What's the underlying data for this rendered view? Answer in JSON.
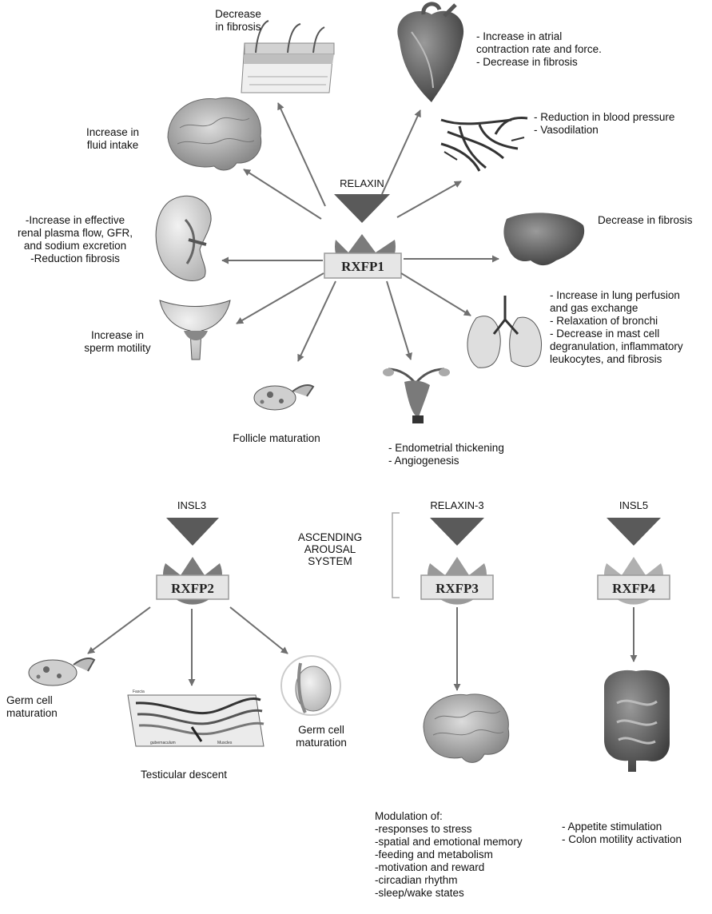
{
  "rxfp1": {
    "ligand": "RELAXIN",
    "receptor": "RXFP1",
    "effects": {
      "skin": "Decrease\nin fibrosis",
      "heart": "- Increase in atrial\ncontraction rate and force.\n- Decrease in fibrosis",
      "vessels": "- Reduction in blood pressure\n- Vasodilation",
      "brain": "Increase in\nfluid intake",
      "liver": "Decrease in fibrosis",
      "kidney": "-Increase in effective\nrenal plasma flow, GFR,\nand sodium excretion\n-Reduction fibrosis",
      "lung": "- Increase in lung perfusion\nand gas exchange\n- Relaxation of bronchi\n- Decrease in mast cell\ndegranulation, inflammatory\nleukocytes, and fibrosis",
      "prostate": "Increase in\nsperm motility",
      "ovary": "Follicle maturation",
      "uterus": "- Endometrial thickening\n- Angiogenesis"
    }
  },
  "rxfp2": {
    "ligand": "INSL3",
    "receptor": "RXFP2",
    "effects": {
      "ovary": "Germ cell\nmaturation",
      "testis_descent": "Testicular descent",
      "testis": "Germ cell\nmaturation"
    }
  },
  "rxfp3": {
    "ligand": "RELAXIN-3",
    "receptor": "RXFP3",
    "system": "ASCENDING\nAROUSAL\nSYSTEM",
    "effects": "Modulation of:\n-responses to stress\n-spatial and emotional memory\n-feeding and metabolism\n-motivation and reward\n-circadian rhythm\n-sleep/wake states"
  },
  "rxfp4": {
    "ligand": "INSL5",
    "receptor": "RXFP4",
    "effects": "- Appetite stimulation\n- Colon motility activation"
  },
  "small_labels": {
    "fascia": "Fascia",
    "muscles": "Muscles",
    "gubernaculum": "gubernaculum"
  },
  "colors": {
    "receptor_fill": "#777777",
    "receptor_light": "#aaaaaa",
    "ligand_fill": "#555555",
    "box_fill": "#e6e6e6",
    "arrow": "#6f6f6f"
  }
}
